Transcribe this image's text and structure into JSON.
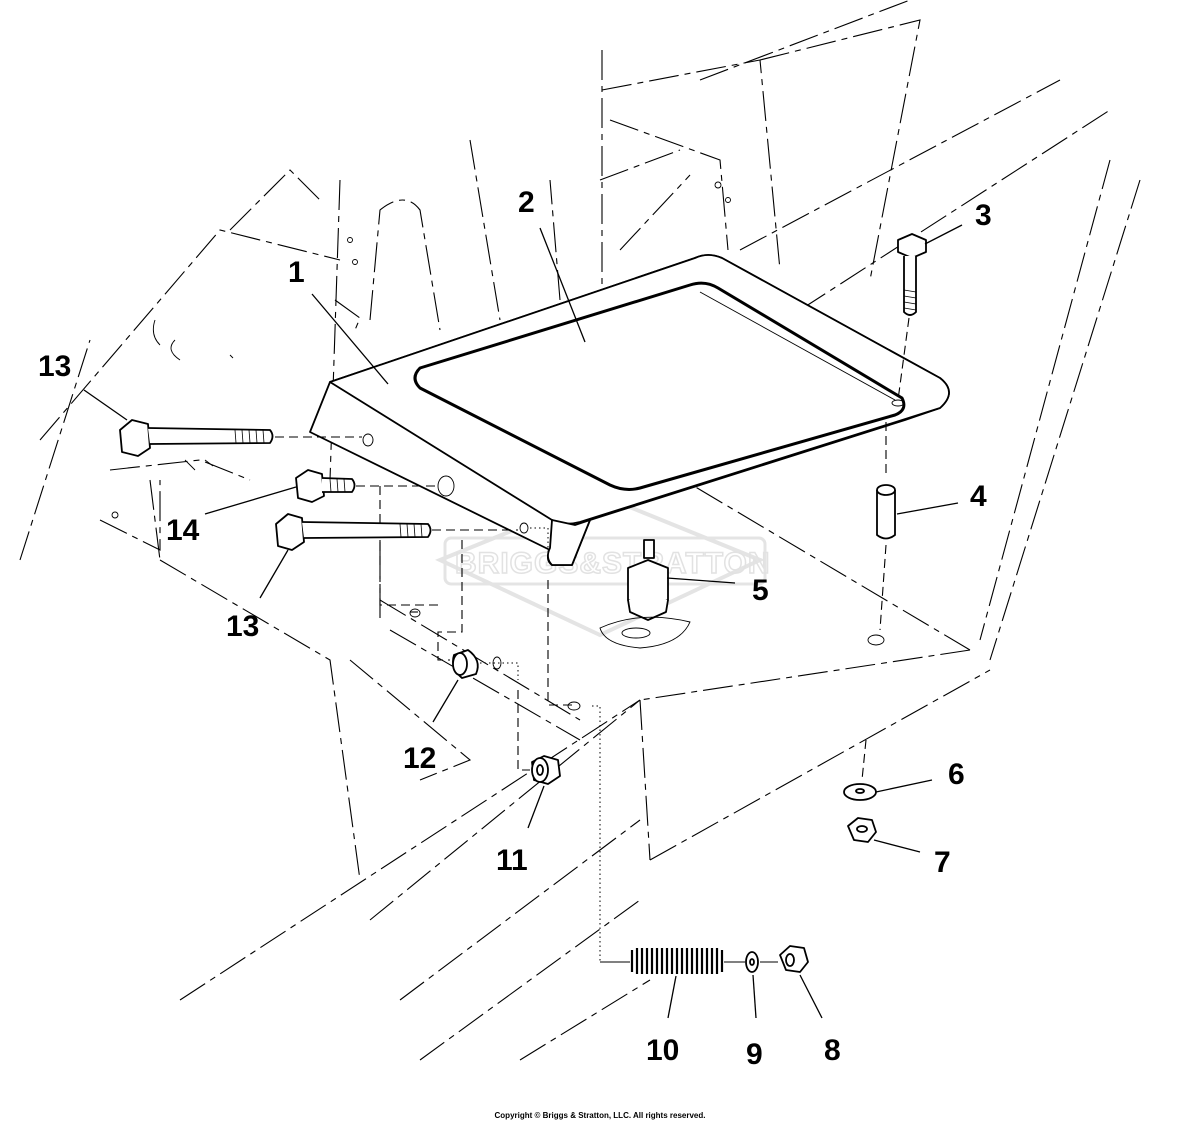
{
  "diagram": {
    "callouts": [
      {
        "id": "1",
        "label": "1"
      },
      {
        "id": "2",
        "label": "2"
      },
      {
        "id": "3",
        "label": "3"
      },
      {
        "id": "4",
        "label": "4"
      },
      {
        "id": "5",
        "label": "5"
      },
      {
        "id": "6",
        "label": "6"
      },
      {
        "id": "7",
        "label": "7"
      },
      {
        "id": "8",
        "label": "8"
      },
      {
        "id": "9",
        "label": "9"
      },
      {
        "id": "10",
        "label": "10"
      },
      {
        "id": "11",
        "label": "11"
      },
      {
        "id": "12",
        "label": "12"
      },
      {
        "id": "13a",
        "label": "13"
      },
      {
        "id": "13b",
        "label": "13"
      },
      {
        "id": "14",
        "label": "14"
      }
    ],
    "watermark": {
      "brand_text": "BRIGGS&STRATTON",
      "icon": "briggs-stratton-logo"
    },
    "copyright": "Copyright © Briggs & Stratton, LLC. All rights reserved."
  }
}
